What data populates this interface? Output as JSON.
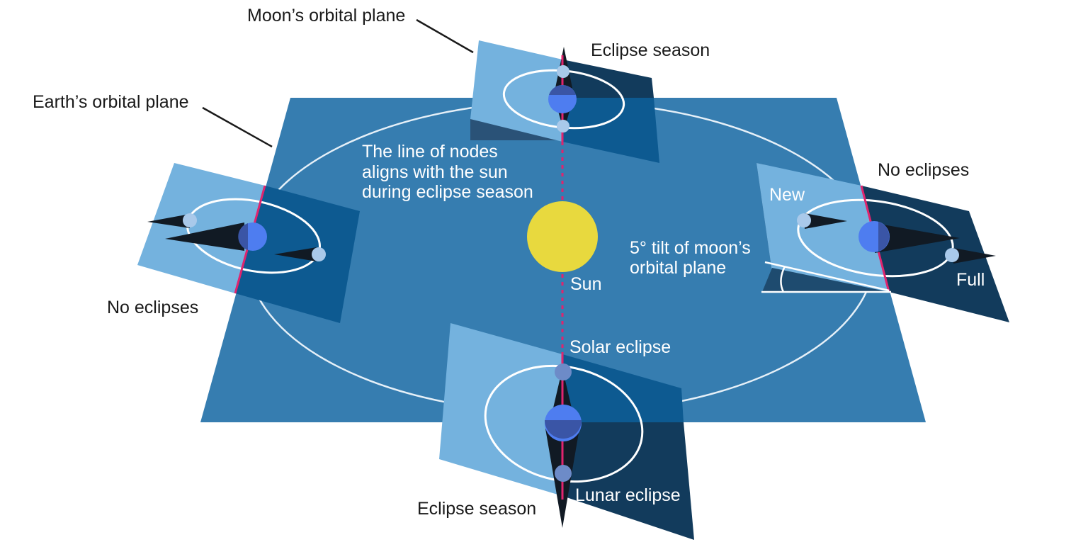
{
  "labels": {
    "moons_orbital_plane": "Moon’s orbital plane",
    "earths_orbital_plane": "Earth’s orbital plane",
    "eclipse_season_top": "Eclipse season",
    "eclipse_season_bottom": "Eclipse season",
    "no_eclipses_left": "No eclipses",
    "no_eclipses_right": "No eclipses",
    "line_of_nodes": [
      "The line of nodes",
      "aligns with the sun",
      "during eclipse season"
    ],
    "sun": "Sun",
    "tilt": [
      "5° tilt of moon’s",
      "orbital plane"
    ],
    "new": "New",
    "full": "Full",
    "solar_eclipse": "Solar eclipse",
    "lunar_eclipse": "Lunar eclipse"
  },
  "colors": {
    "earth_plane": "#367db0",
    "moon_plane_light": "#74b2de",
    "moon_plane_dark": "#0d5a91",
    "moon_plane_shadow": "#123b5c",
    "sun": "#e8d93e",
    "earth": "#4e7df0",
    "earth_dark": "#3a55a6",
    "moon": "#a9c9ea",
    "shadow_cone": "#111a24",
    "node_line": "#e0246e",
    "orbit": "#ffffff"
  },
  "tilt_degrees": 5
}
